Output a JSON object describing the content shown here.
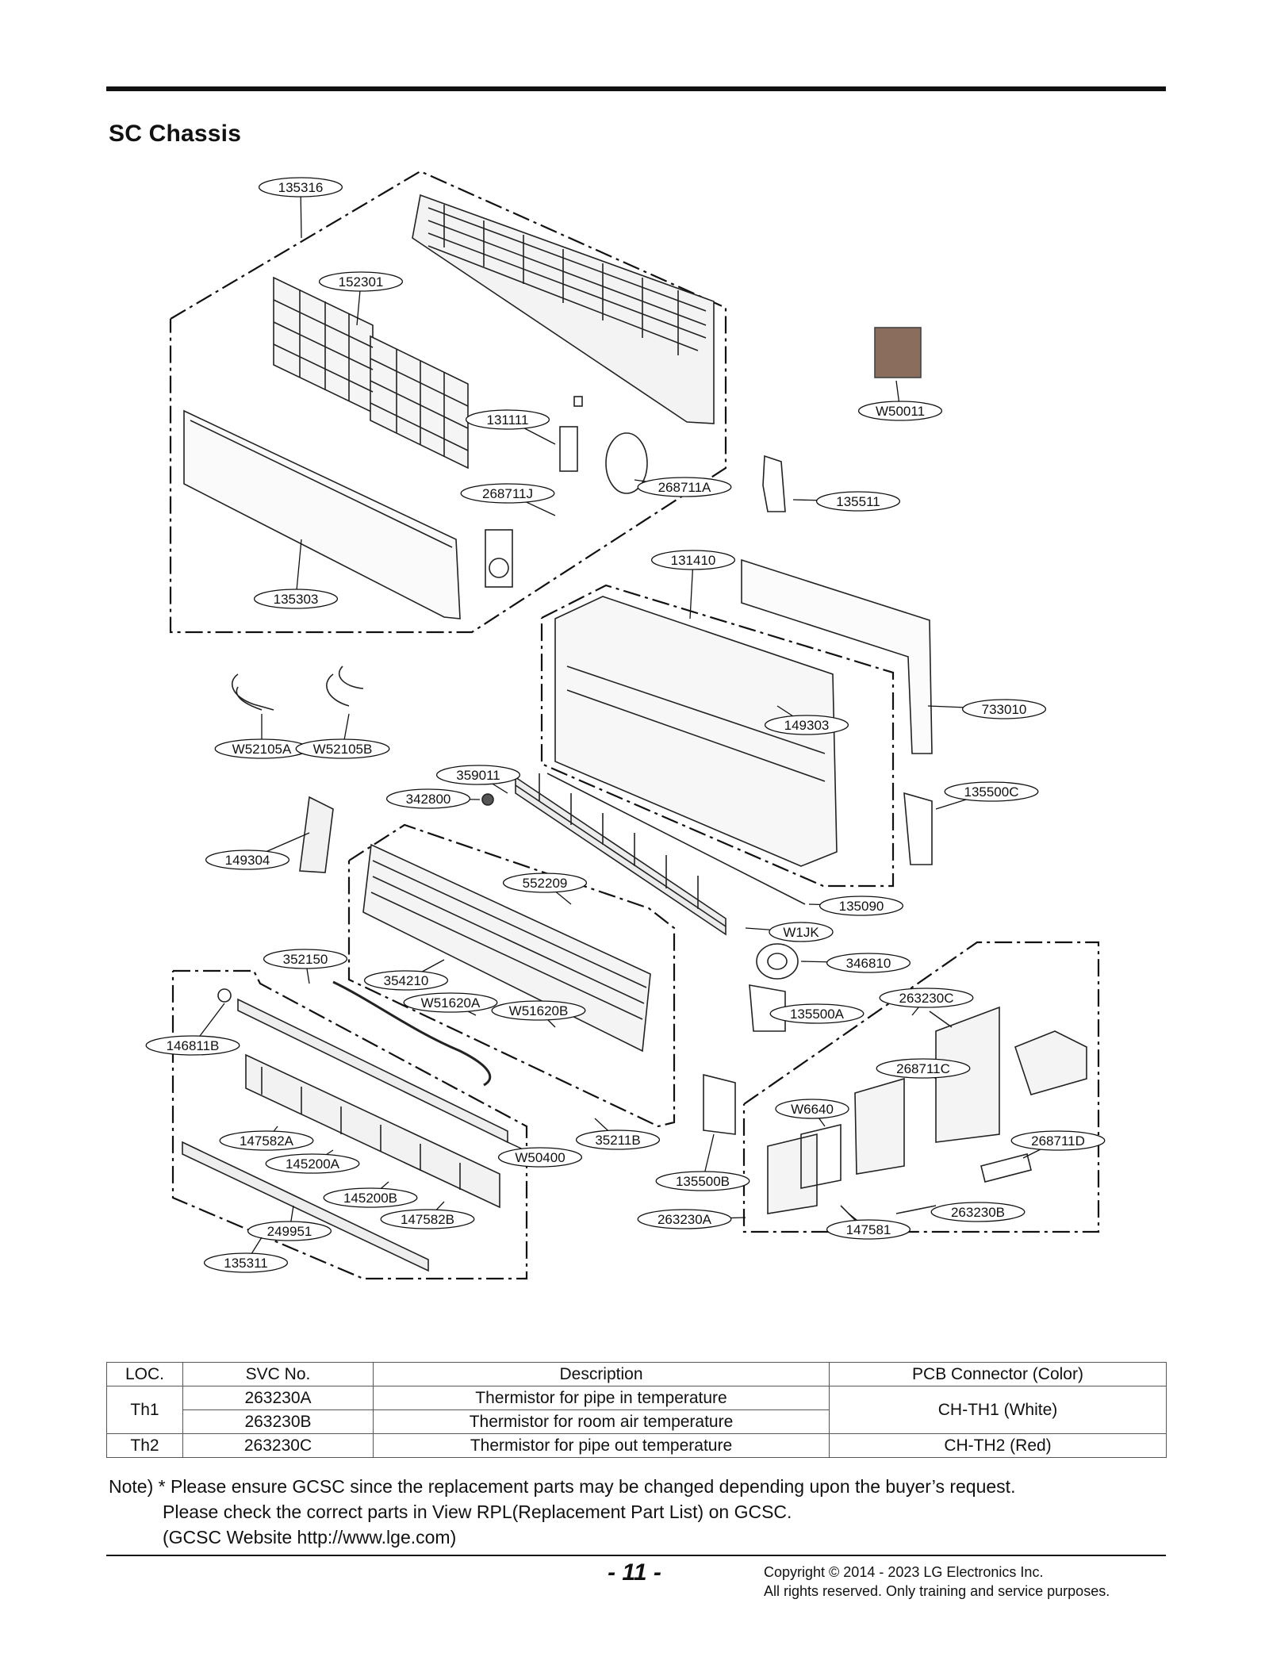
{
  "page": {
    "section_title": "SC Chassis",
    "page_number": "- 11 -",
    "copyright_line1": "Copyright © 2014 - 2023 LG Electronics Inc.",
    "copyright_line2": "All rights reserved. Only training and service purposes."
  },
  "diagram": {
    "callouts": [
      "135316",
      "152301",
      "131111",
      "268711J",
      "268711A",
      "135303",
      "W50011",
      "135511",
      "131410",
      "733010",
      "149303",
      "W52105A",
      "W52105B",
      "359011",
      "342800",
      "149304",
      "135500C",
      "552209",
      "135090",
      "W1JK",
      "352150",
      "346810",
      "354210",
      "W51620A",
      "W51620B",
      "263230C",
      "146811B",
      "135500A",
      "268711C",
      "W6640",
      "268711D",
      "147582A",
      "W50400",
      "35211B",
      "145200A",
      "135500B",
      "145200B",
      "147582B",
      "249951",
      "263230A",
      "263230B",
      "147581",
      "135311"
    ]
  },
  "table": {
    "headers": [
      "LOC.",
      "SVC No.",
      "Description",
      "PCB Connector (Color)"
    ],
    "rows": [
      {
        "loc": "Th1",
        "svc": "263230A",
        "desc": "Thermistor for pipe in temperature",
        "pcb": "CH-TH1 (White)"
      },
      {
        "loc": "",
        "svc": "263230B",
        "desc": "Thermistor for room air temperature",
        "pcb": ""
      },
      {
        "loc": "Th2",
        "svc": "263230C",
        "desc": "Thermistor for pipe out temperature",
        "pcb": "CH-TH2 (Red)"
      }
    ]
  },
  "note": {
    "line1": "Note) * Please ensure GCSC since the replacement parts may be changed depending upon the buyer’s request.",
    "line2": "Please check the correct parts in View RPL(Replacement Part List) on GCSC.",
    "line3": "(GCSC Website http://www.lge.com)"
  }
}
